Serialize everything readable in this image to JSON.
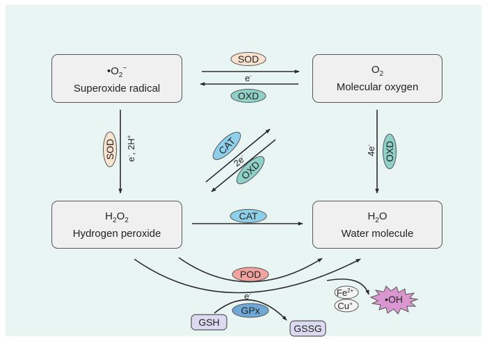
{
  "colors": {
    "background": "#e9f5f3",
    "box_fill": "#f0f0f0",
    "box_stroke": "#555555",
    "arrow": "#2b2b2b",
    "sod": "#f9e3d0",
    "oxd": "#8fd1c8",
    "cat": "#8ecfe9",
    "pod": "#f2a3a0",
    "gpx": "#6fa8d6",
    "glutathione": "#dcdaf0",
    "metal": "#f4f4f4",
    "hydroxyl": "#d996cf"
  },
  "nodes": {
    "superoxide": {
      "formula_main": "•O",
      "formula_sub": "2",
      "formula_sup": "−",
      "name": "Superoxide radical"
    },
    "oxygen": {
      "formula_main": "O",
      "formula_sub": "2",
      "name": "Molecular oxygen"
    },
    "h2o2": {
      "formula_a": "H",
      "formula_sub1": "2",
      "formula_b": "O",
      "formula_sub2": "2",
      "name": "Hydrogen peroxide"
    },
    "water": {
      "formula_a": "H",
      "formula_sub": "2",
      "formula_b": "O",
      "name": "Water molecule"
    }
  },
  "enzymes": {
    "sod_top": "SOD",
    "oxd_top": "OXD",
    "sod_left": "SOD",
    "cat_diag": "CAT",
    "oxd_diag": "OXD",
    "oxd_right": "OXD",
    "cat_mid": "CAT",
    "pod": "POD",
    "gpx": "GPx"
  },
  "labels": {
    "e_top": "e",
    "e_top_sup": "-",
    "e_2h": "e",
    "e_2h_sup": "-",
    "e_2h_rest": ", 2H",
    "e_2h_sup2": "+",
    "two_e": "2e",
    "two_e_sup": "-",
    "four_e": "4e",
    "four_e_sup": "-",
    "e_bottom": "e",
    "e_bottom_sup": "-"
  },
  "species": {
    "gsh": "GSH",
    "gssg": "GSSG",
    "fe": "Fe",
    "fe_sup": "2+",
    "cu": "Cu",
    "cu_sup": "+",
    "hydroxyl": "•OH"
  }
}
